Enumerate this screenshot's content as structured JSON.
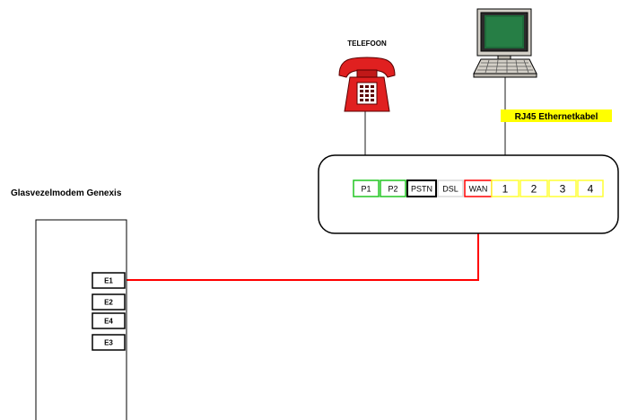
{
  "labels": {
    "telephone": "TELEFOON",
    "ethernet_cable": "RJ45 Ethernetkabel",
    "modem": "Glasvezelmodem Genexis"
  },
  "router_ports": [
    {
      "label": "P1",
      "border": "#22c522",
      "fill": "#ffffff"
    },
    {
      "label": "P2",
      "border": "#22c522",
      "fill": "#ffffff"
    },
    {
      "label": "PSTN",
      "border": "#000000",
      "fill": "#ffffff"
    },
    {
      "label": "DSL",
      "border": "#d8d8d8",
      "fill": "#ffffff"
    },
    {
      "label": "WAN",
      "border": "#ff0000",
      "fill": "#ffffff"
    },
    {
      "label": "1",
      "border": "#ffff33",
      "fill": "#ffffff"
    },
    {
      "label": "2",
      "border": "#ffff33",
      "fill": "#ffffff"
    },
    {
      "label": "3",
      "border": "#ffff33",
      "fill": "#ffffff"
    },
    {
      "label": "4",
      "border": "#ffff33",
      "fill": "#ffffff"
    }
  ],
  "modem_ports": [
    {
      "label": "E1"
    },
    {
      "label": "E2"
    },
    {
      "label": "E4"
    },
    {
      "label": "E3"
    }
  ],
  "colors": {
    "fiber_cable": "#ff0000",
    "gray_cable": "#8c8c8c",
    "phone_red": "#e02020",
    "label_highlight": "#ffff00",
    "screen_green": "#1e6b3a"
  },
  "icons": {
    "telephone": "telephone-icon",
    "computer": "computer-icon"
  }
}
